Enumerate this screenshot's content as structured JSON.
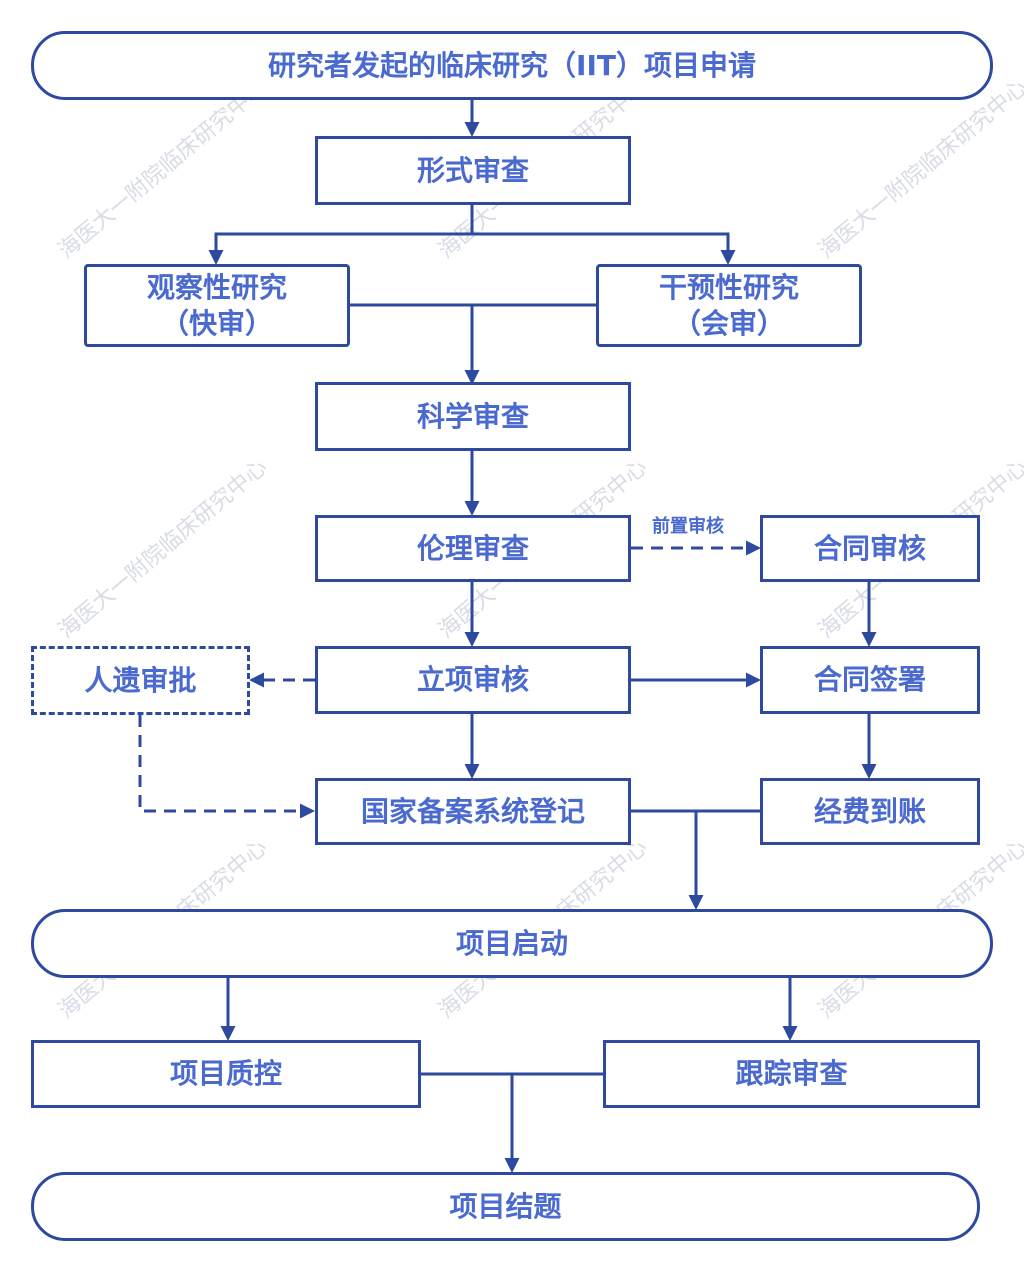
{
  "nodes": {
    "iit_application": "研究者发起的临床研究（IIT）项目申请",
    "formal_review": "形式审查",
    "observational_line1": "观察性研究",
    "observational_line2": "（快审）",
    "interventional_line1": "干预性研究",
    "interventional_line2": "（会审）",
    "scientific_review": "科学审查",
    "ethics_review": "伦理审查",
    "contract_review": "合同审核",
    "human_genetic_approval": "人遗审批",
    "project_approval": "立项审核",
    "contract_signing": "合同签署",
    "national_registration": "国家备案系统登记",
    "funds_arrival": "经费到账",
    "project_start": "项目启动",
    "quality_control": "项目质控",
    "follow_up_review": "跟踪审查",
    "project_closure": "项目结题"
  },
  "edge_labels": {
    "pre_review": "前置审核"
  },
  "watermark": "海医大一附院临床研究中心",
  "colors": {
    "line": "#2e4a9e",
    "text": "#4a6ad0",
    "watermark": "#d9dce6"
  }
}
